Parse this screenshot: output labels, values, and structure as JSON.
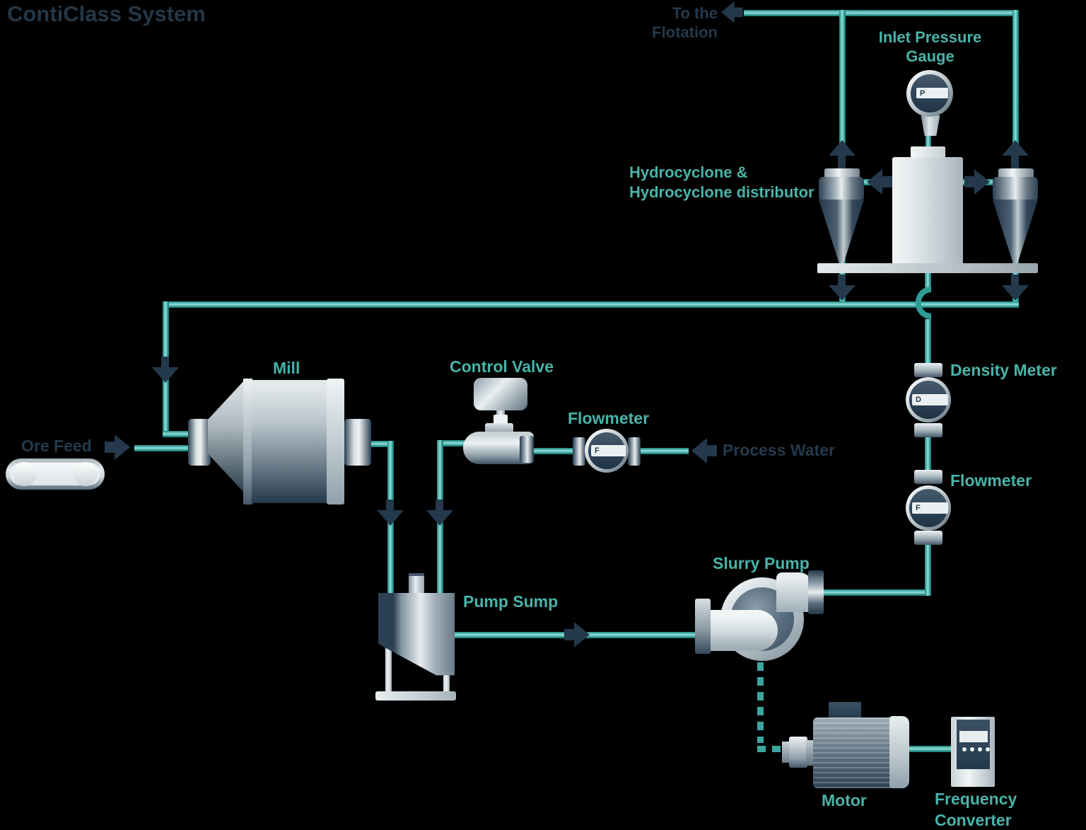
{
  "title": "ContiClass System",
  "colors": {
    "background": "#000000",
    "pipe_teal": "#2f9d96",
    "label_teal": "#49b3a9",
    "navy": "#24394b",
    "metal_light": "#eef2f4",
    "metal_dark": "#2c4154"
  },
  "labels": {
    "to_flotation": "To the Flotation",
    "inlet_pressure_gauge": "Inlet Pressure\nGauge",
    "hydrocyclone": "Hydrocyclone &\nHydrocyclone distributor",
    "density_meter": "Density Meter",
    "flowmeter_right": "Flowmeter",
    "mill": "Mill",
    "control_valve": "Control Valve",
    "flowmeter_mid": "Flowmeter",
    "process_water": "Process Water",
    "ore_feed": "Ore Feed",
    "pump_sump": "Pump Sump",
    "slurry_pump": "Slurry Pump",
    "motor": "Motor",
    "frequency_converter": "Frequency\nConverter"
  },
  "instruments": {
    "pressure_gauge_letter": "P",
    "density_meter_letter": "D",
    "flowmeter_right_letter": "F",
    "flowmeter_mid_letter": "F"
  }
}
